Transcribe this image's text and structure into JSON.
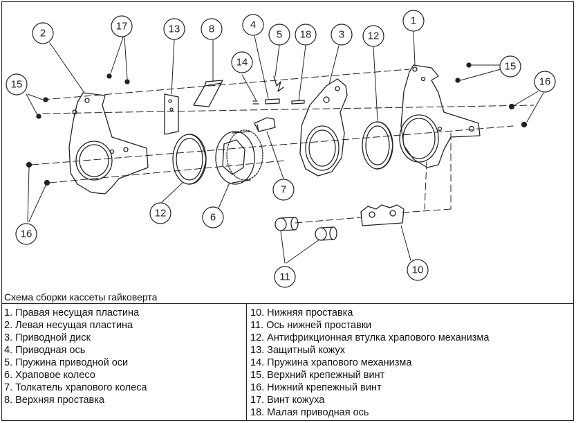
{
  "caption": "Схема сборки кассеты гайковерта",
  "callout_numbers": [
    "1",
    "2",
    "3",
    "4",
    "5",
    "6",
    "7",
    "8",
    "10",
    "11",
    "12",
    "12",
    "13",
    "14",
    "15",
    "15",
    "16",
    "16",
    "17",
    "18"
  ],
  "parts_left": [
    "1. Правая несущая пластина",
    "2. Левая несущая пластина",
    "3. Приводной диск",
    "4. Приводная ось",
    "5. Пружина приводной оси",
    "6. Храповое колесо",
    "7. Толкатель храпового колеса",
    "8. Верхняя проставка"
  ],
  "parts_right": [
    "10. Нижняя проставка",
    "11. Ось нижней проставки",
    "12. Антифрикционная втулка храпового механизма",
    "13. Защитный кожух",
    "14. Пружина храпового механизма",
    "15. Верхний крепежный винт",
    "16. Нижний крепежный винт",
    "17. Винт кожуха",
    "18. Малая приводная ось"
  ]
}
